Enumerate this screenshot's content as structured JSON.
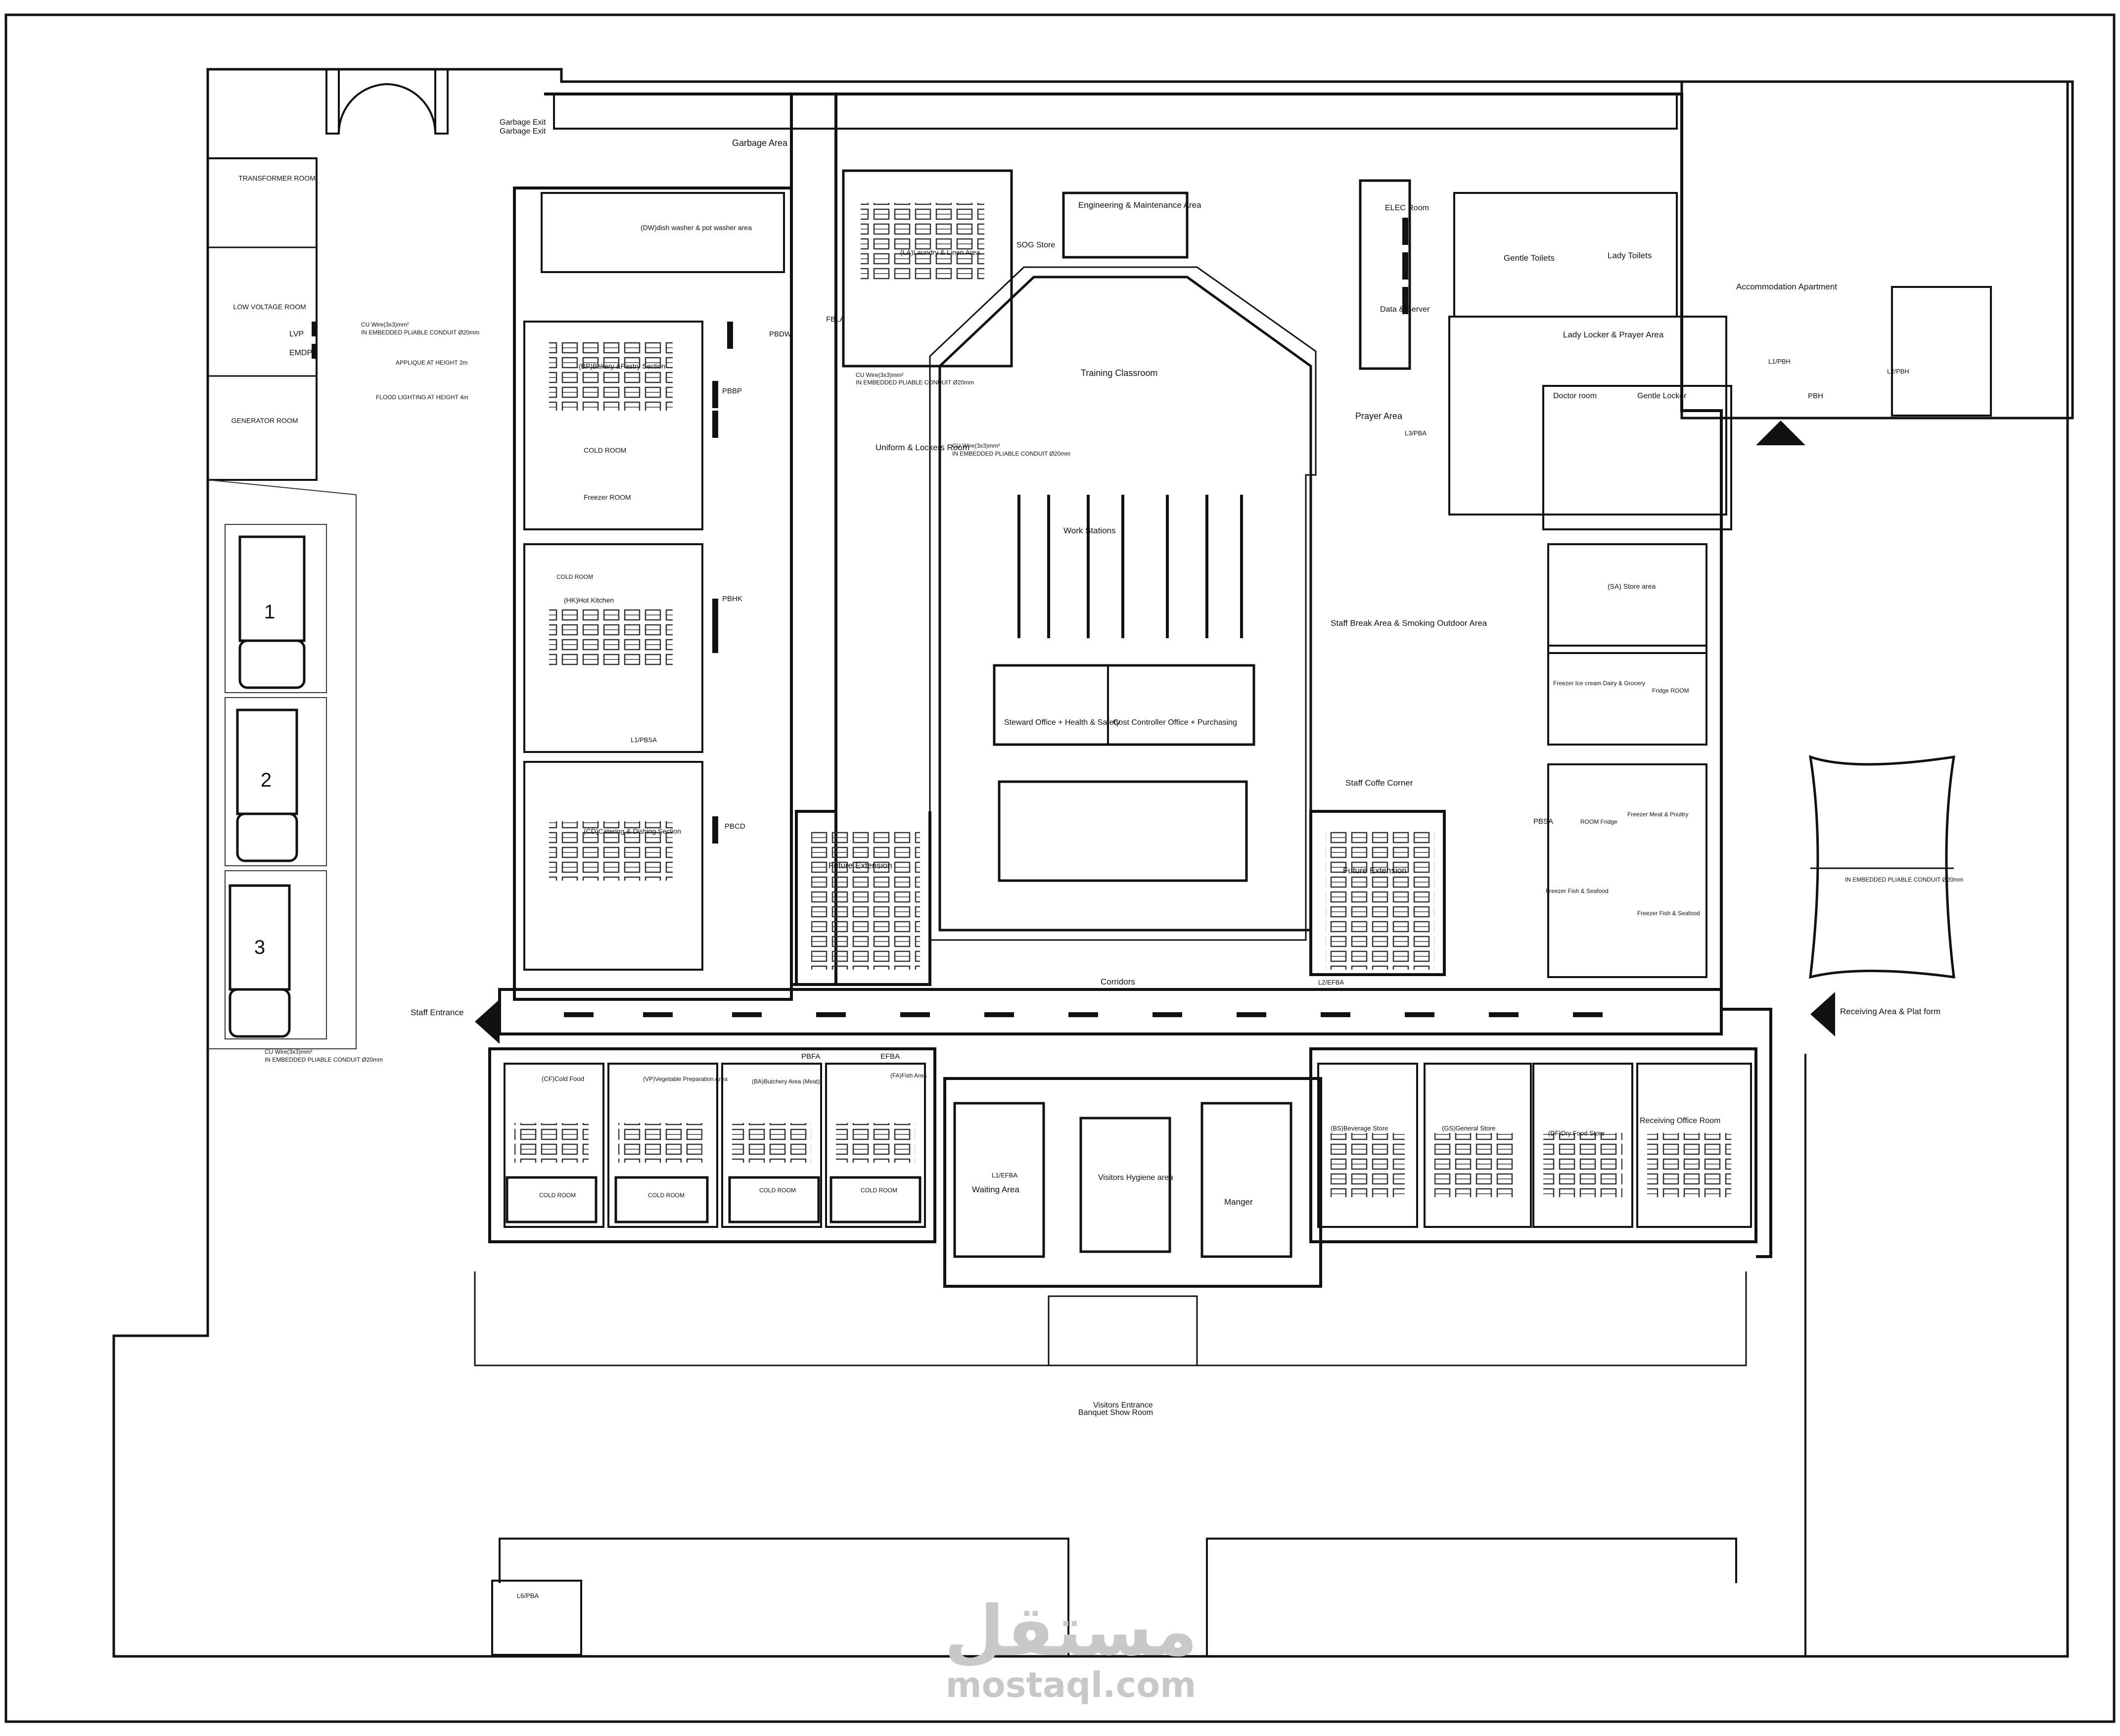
{
  "rooms": {
    "transformer": "TRANSFORMER ROOM",
    "low_voltage": "LOW VOLTAGE ROOM",
    "generator": "GENERATOR ROOM",
    "lvp": "LVP",
    "emdp": "EMDP",
    "garbage_exit_1": "Garbage Exit",
    "garbage_exit_2": "Garbage Exit",
    "garbage_area": "Garbage Area",
    "dishwasher": "(DW)dish washer & pot washer area",
    "bakery": "(BP)Bakery &Pastry Section",
    "cold_room_1": "COLD ROOM",
    "freezer_room_1": "Freezer ROOM",
    "cold_room_2": "COLD ROOM",
    "hot_kitchen": "(HK)Hot Kitchen",
    "catering": "(CD)Catering & Dishing Section",
    "laundry": "(LA)Laundry & Linen Area",
    "engineering": "Engineering & Maintenance Area",
    "sog_store": "SOG Store",
    "training": "Training Classroom",
    "uniform": "Uniform & Lockers Room",
    "work_stations": "Work Stations",
    "steward_office": "Steward Office + Health & Safety",
    "cost_controller": "Cost Controller Office + Purchasing",
    "future_ext_left": "Future Extension",
    "future_ext_right": "Future Extension",
    "corridors": "Corridors",
    "elec_room": "ELEC Room",
    "data_server": "Data & Server",
    "prayer_area": "Prayer Area",
    "staff_break": "Staff Break Area & Smoking Outdoor Area",
    "staff_coffee": "Staff Coffe Corner",
    "gents_toilets": "Gentle Toilets",
    "lady_toilets": "Lady Toilets",
    "lady_locker": "Lady Locker & Prayer Area",
    "doctor_room": "Doctor room",
    "gentle_locker": "Gentle Locker",
    "accommodation": "Accommodation Apartment",
    "store_area": "(SA) Store area",
    "freezer_ice": "Freezer Ice cream Dairy & Grocery",
    "fridge_room": "Fridge ROOM",
    "freezer_meat": "Freezer Meat & Poultry",
    "room_fridge": "ROOM Fridge",
    "freezer_fish": "Freezer Fish & Seafood",
    "freezer_fish_2": "Freezer Fish & Seafood",
    "receiving_area": "Receiving Area & Plat form",
    "staff_entrance": "Staff Entrance",
    "cold_food": "(CF)Cold Food",
    "vegetable": "(VP)Vegetable Preparation Area",
    "butchery": "(BA)Butchery Area (Meat)",
    "fish_area": "(FA)Fish Area",
    "cold_room_b1": "COLD ROOM",
    "cold_room_b2": "COLD ROOM",
    "cold_room_b3": "COLD ROOM",
    "cold_room_b4": "COLD ROOM",
    "waiting_area": "Waiting Area",
    "visitors_hygiene": "Visitors Hygiene area",
    "manager": "Manger",
    "beverage_store": "(BS)Beverage Store",
    "general_store": "(GS)General Store",
    "dry_food_store": "(DF)Dry Food Store",
    "receiving_office": "Receiving Office Room",
    "visitors_entrance": "Visitors Entrance",
    "banquet": "Banquet Show Room",
    "parking_1": "1",
    "parking_2": "2",
    "parking_3": "3"
  },
  "notes": {
    "cu_wire_1": "CU Wire(3x3)mm²",
    "conduit_1": "IN EMBEDDED PLIABLE CONDUIT Ø20mm",
    "applique": "APPLIQUE AT HEIGHT 2m",
    "flood": "FLOOD LIGHTING AT HEIGHT 4m",
    "cu_wire_2": "CU Wire(3x3)mm²",
    "conduit_2": "IN EMBEDDED PLIABLE CONDUIT Ø20mm",
    "cu_wire_3": "CU Wire(3x3)mm²",
    "conduit_3": "IN EMBEDDED PLIABLE CONDUIT Ø20mm",
    "cu_wire_4": "CU Wire(3x3)mm²",
    "conduit_4": "IN EMBEDDED PLIABLE CONDUIT Ø20mm",
    "conduit_5": "IN EMBEDDED PLIABLE CONDUIT Ø20mm"
  },
  "panels": {
    "pbdw": "PBDW",
    "pbbp": "PBBP",
    "pbhk": "PBHK",
    "pbcd": "PBCD",
    "fbla": "FBLA",
    "pbsa": "PBSA",
    "pbfa": "PBFA",
    "efba": "EFBA",
    "pbh": "PBH",
    "l1pbsa": "L1/PBSA",
    "l1pbh": "L1/PBH",
    "l2pbh": "L2/PBH",
    "l6pba": "L6/PBA",
    "l3pba": "L3/PBA",
    "l1efba": "L1/EFBA",
    "l2efba": "L2/EFBA"
  },
  "watermark": {
    "arabic": "مستقل",
    "latin": "mostaql.com"
  }
}
